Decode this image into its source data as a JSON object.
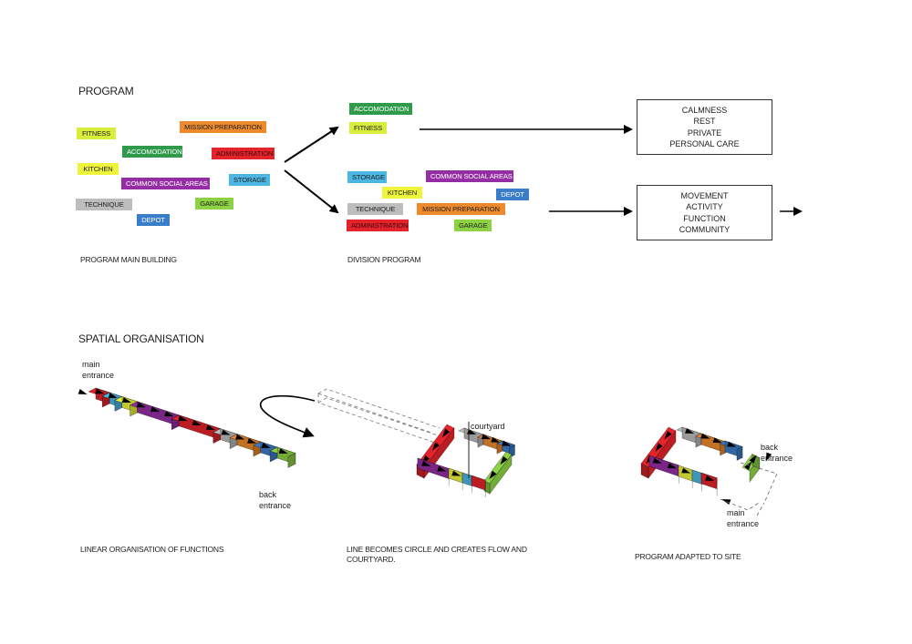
{
  "colors": {
    "fitness": "#d8ee3b",
    "kitchen": "#eef53a",
    "accomodation": "#2e9a4a",
    "mission_preparation": "#ee8a2c",
    "administration": "#e4232b",
    "storage": "#4cb7e4",
    "common_social_areas": "#952ea4",
    "technique": "#bdbdbd",
    "garage": "#8dd244",
    "depot": "#3a7dc8"
  },
  "program": {
    "title": "PROGRAM",
    "main_building": {
      "caption": "PROGRAM MAIN BUILDING",
      "tags": [
        {
          "label": "FITNESS",
          "key": "fitness"
        },
        {
          "label": "MISSION PREPARATION",
          "key": "mission_preparation"
        },
        {
          "label": "ACCOMODATION",
          "key": "accomodation"
        },
        {
          "label": "ADMINISTRATION",
          "key": "administration"
        },
        {
          "label": "KITCHEN",
          "key": "kitchen"
        },
        {
          "label": "COMMON SOCIAL AREAS",
          "key": "common_social_areas"
        },
        {
          "label": "STORAGE",
          "key": "storage"
        },
        {
          "label": "TECHNIQUE",
          "key": "technique"
        },
        {
          "label": "GARAGE",
          "key": "garage"
        },
        {
          "label": "DEPOT",
          "key": "depot"
        }
      ]
    },
    "division": {
      "caption": "DIVISION PROGRAM",
      "group_private": [
        {
          "label": "ACCOMODATION",
          "key": "accomodation"
        },
        {
          "label": "FITNESS",
          "key": "fitness"
        }
      ],
      "group_public": [
        {
          "label": "STORAGE",
          "key": "storage"
        },
        {
          "label": "COMMON SOCIAL AREAS",
          "key": "common_social_areas"
        },
        {
          "label": "KITCHEN",
          "key": "kitchen"
        },
        {
          "label": "DEPOT",
          "key": "depot"
        },
        {
          "label": "TECHNIQUE",
          "key": "technique"
        },
        {
          "label": "MISSION PREPARATION",
          "key": "mission_preparation"
        },
        {
          "label": "ADMINISTRATION",
          "key": "administration"
        },
        {
          "label": "GARAGE",
          "key": "garage"
        }
      ]
    },
    "qualities_private": [
      "CALMNESS",
      "REST",
      "PRIVATE",
      "PERSONAL CARE"
    ],
    "qualities_public": [
      "MOVEMENT",
      "ACTIVITY",
      "FUNCTION",
      "COMMUNITY"
    ]
  },
  "spatial": {
    "title": "SPATIAL ORGANISATION",
    "linear": {
      "caption": "LINEAR ORGANISATION OF FUNCTIONS",
      "main_entrance": [
        "main",
        "entrance"
      ],
      "back_entrance": [
        "back",
        "entrance"
      ],
      "sequence": [
        "administration",
        "storage",
        "kitchen",
        "common_social_areas",
        "administration",
        "technique",
        "mission_preparation",
        "depot",
        "garage"
      ]
    },
    "loop": {
      "caption_line1": "LINE BECOMES CIRCLE AND CREATES FLOW AND",
      "caption_line2": "COURTYARD.",
      "courtyard_label": "courtyard"
    },
    "site": {
      "caption": "PROGRAM ADAPTED TO SITE",
      "back_entrance": [
        "back",
        "entrance"
      ],
      "main_entrance": [
        "main",
        "entrance"
      ]
    }
  }
}
